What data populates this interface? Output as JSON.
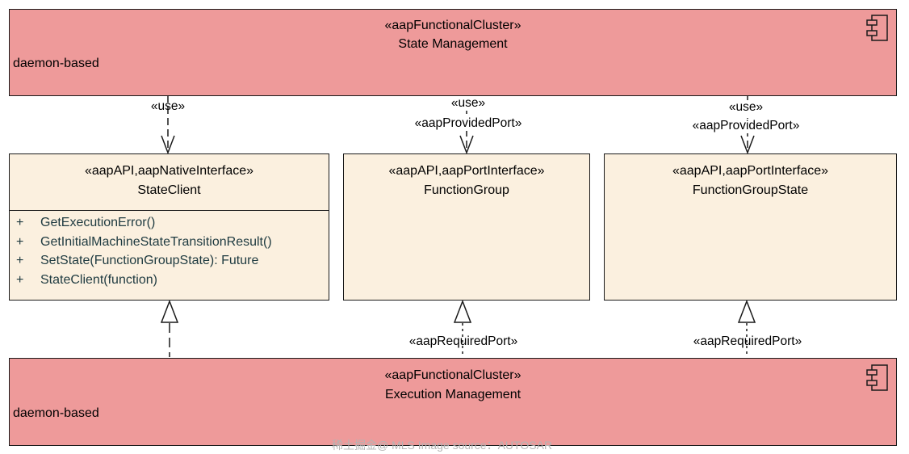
{
  "state_management": {
    "stereotype": "«aapFunctionalCluster»",
    "name": "State Management",
    "note": "daemon-based"
  },
  "execution_management": {
    "stereotype": "«aapFunctionalCluster»",
    "name": "Execution Management",
    "note": "daemon-based"
  },
  "state_client": {
    "stereotype": "«aapAPI,aapNativeInterface»",
    "name": "StateClient",
    "operations": [
      {
        "vis": "+",
        "sig": "GetExecutionError()"
      },
      {
        "vis": "+",
        "sig": "GetInitialMachineStateTransitionResult()"
      },
      {
        "vis": "+",
        "sig": "SetState(FunctionGroupState): Future"
      },
      {
        "vis": "+",
        "sig": "StateClient(function)"
      }
    ]
  },
  "function_group": {
    "stereotype": "«aapAPI,aapPortInterface»",
    "name": "FunctionGroup"
  },
  "function_group_state": {
    "stereotype": "«aapAPI,aapPortInterface»",
    "name": "FunctionGroupState"
  },
  "connectors": {
    "use_stateclient": "«use»",
    "use_functiongroup": "«use»",
    "provided_functiongroup": "«aapProvidedPort»",
    "use_functiongroupstate": "«use»",
    "provided_functiongroupstate": "«aapProvidedPort»",
    "required_functiongroup": "«aapRequiredPort»",
    "required_functiongroupstate": "«aapRequiredPort»"
  },
  "watermark": "稀土掘金@ MLS Image source：AUTOSAR"
}
